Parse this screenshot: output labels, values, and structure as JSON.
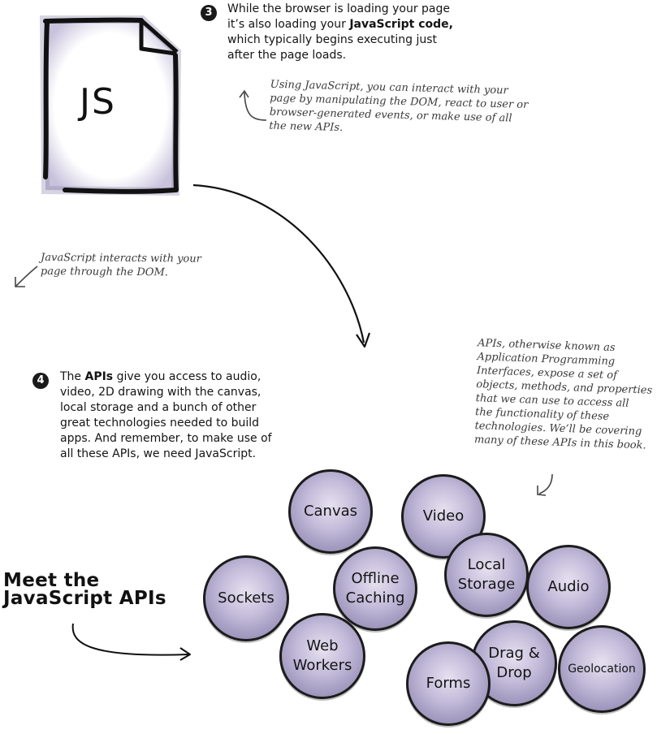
{
  "js_file": {
    "label": "JS"
  },
  "step3": {
    "number": "3",
    "line1": "While the browser is loading your page",
    "line2_pre": "it’s also loading your ",
    "line2_bold": "JavaScript code,",
    "line3": "which typically begins executing just",
    "line4": "after the page loads."
  },
  "note_js_uses": {
    "line1": "Using JavaScript, you can interact with your",
    "line2": "page by manipulating the DOM, react to user or",
    "line3": "browser-generated events, or make use of all",
    "line4": "the new APIs."
  },
  "note_dom": {
    "line1": "JavaScript interacts with your",
    "line2": "page through the DOM."
  },
  "step4": {
    "number": "4",
    "line1_pre": "The ",
    "line1_bold": "APIs",
    "line1_post": " give you access to audio,",
    "line2": "video, 2D drawing with the canvas,",
    "line3": "local storage and a bunch of other",
    "line4": "great technologies needed to build",
    "line5": "apps. And remember, to make use of",
    "line6": "all these APIs, we need JavaScript."
  },
  "note_apis": {
    "line1": "APIs, otherwise known as",
    "line2": "Application Programming",
    "line3": "Interfaces, expose a set of",
    "line4": "objects, methods, and properties",
    "line5": "that we can use to access all",
    "line6": "the functionality of these",
    "line7": "technologies. We’ll be covering",
    "line8": "many of these APIs in this book."
  },
  "heading": {
    "line1": "Meet the",
    "line2": "JavaScript APIs"
  },
  "apis": {
    "canvas": "Canvas",
    "video": "Video",
    "local_storage_1": "Local",
    "local_storage_2": "Storage",
    "audio": "Audio",
    "sockets": "Sockets",
    "offline_1": "Offline",
    "offline_2": "Caching",
    "web_workers_1": "Web",
    "web_workers_2": "Workers",
    "drag_drop_1": "Drag &",
    "drag_drop_2": "Drop",
    "forms": "Forms",
    "geolocation": "Geolocation"
  }
}
